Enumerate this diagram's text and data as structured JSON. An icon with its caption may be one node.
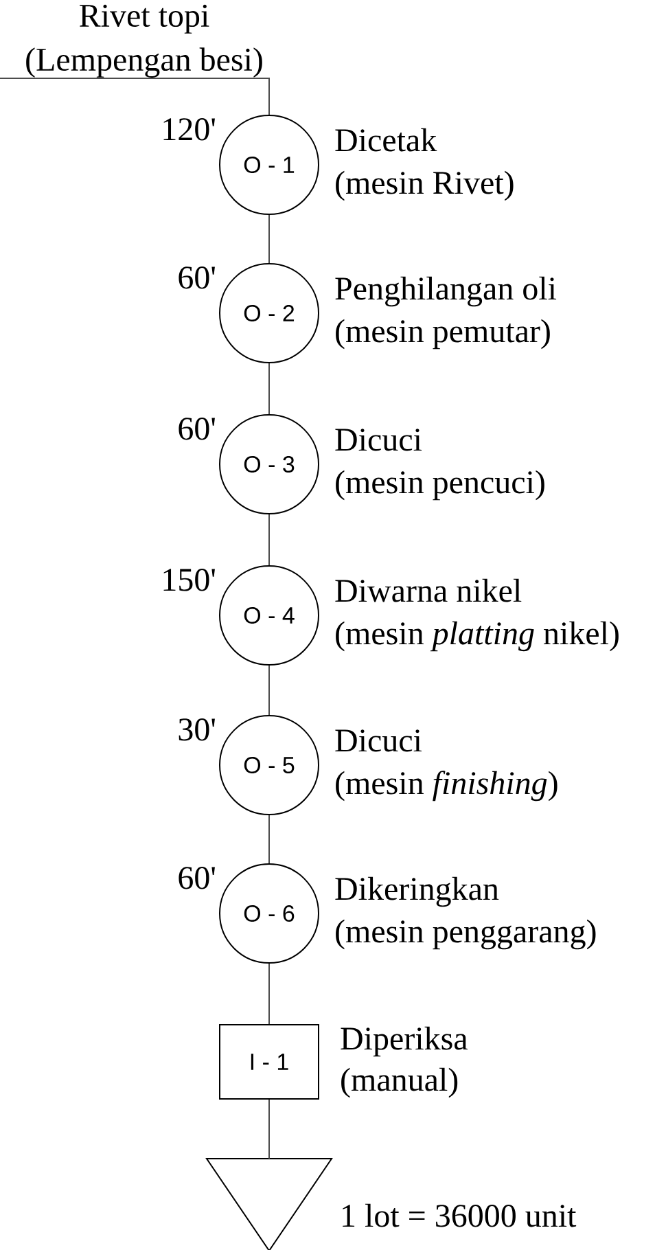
{
  "diagram": {
    "nodes": [
      {
        "text": [
          "Rivet topi (Lempengan besi)"
        ]
      },
      {
        "text": [
          "O - 1"
        ],
        "beside": [
          "120'",
          "Dicetak",
          "(mesin Rivet)"
        ]
      },
      {
        "text": [
          "O - 2"
        ],
        "beside": [
          "60'",
          "Penghilangan oli",
          "(mesin pemutar)"
        ]
      },
      {
        "text": [
          "O - 3"
        ],
        "beside": [
          "60'",
          "Dicuci",
          "(mesin pencuci)"
        ]
      },
      {
        "text": [
          "O - 4"
        ],
        "beside": [
          "150'",
          "Diwarna nikel",
          "(mesin *platting* nikel)"
        ]
      },
      {
        "text": [
          "O - 5"
        ],
        "beside": [
          "30'",
          "Dicuci",
          "(mesin *finishing*)"
        ]
      },
      {
        "text": [
          "O - 6"
        ],
        "beside": [
          "60'",
          "Dikeringkan",
          "(mesin penggarang)"
        ]
      },
      {
        "text": [
          "I - 1"
        ],
        "beside": [
          "Diperiksa",
          "(manual)"
        ]
      },
      {
        "text": [],
        "shape": "triangle",
        "beside": [
          "1 lot = 36000 unit"
        ]
      }
    ],
    "edges": [
      {
        "from": 0,
        "to": 1,
        "arrow": "none"
      },
      {
        "from": 1,
        "to": 2,
        "arrow": "none"
      },
      {
        "from": 2,
        "to": 3,
        "arrow": "none"
      },
      {
        "from": 3,
        "to": 4,
        "arrow": "none"
      },
      {
        "from": 4,
        "to": 5,
        "arrow": "none"
      },
      {
        "from": 5,
        "to": 6,
        "arrow": "none"
      },
      {
        "from": 6,
        "to": 7,
        "arrow": "none"
      },
      {
        "from": 7,
        "to": 8,
        "arrow": "none"
      }
    ]
  }
}
